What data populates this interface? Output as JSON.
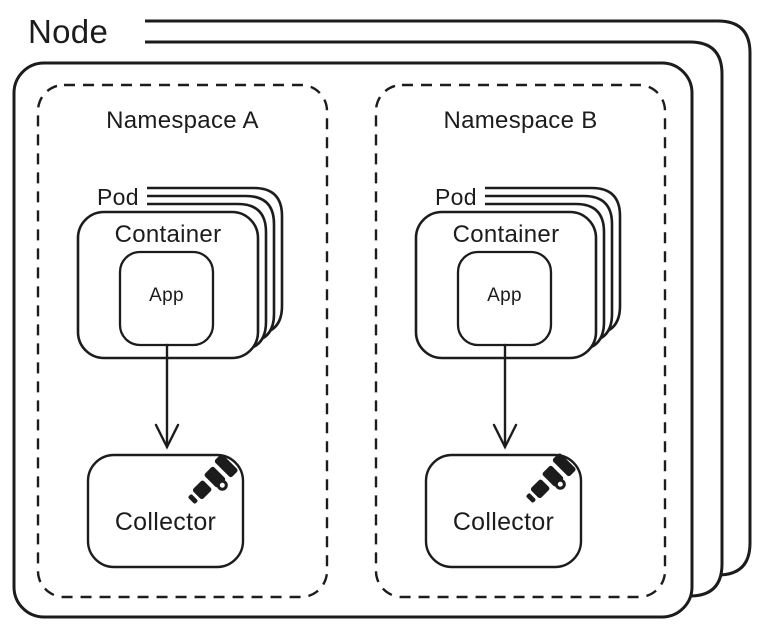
{
  "diagram": {
    "node_label": "Node",
    "node_stack_count": 3,
    "namespaces": [
      {
        "label": "Namespace A",
        "pod": {
          "label": "Pod",
          "stack_count": 4,
          "container_label": "Container",
          "app_label": "App"
        },
        "collector": {
          "label": "Collector",
          "icon": "telescope-icon"
        },
        "arrow": {
          "from": "App",
          "to": "Collector"
        }
      },
      {
        "label": "Namespace B",
        "pod": {
          "label": "Pod",
          "stack_count": 4,
          "container_label": "Container",
          "app_label": "App"
        },
        "collector": {
          "label": "Collector",
          "icon": "telescope-icon"
        },
        "arrow": {
          "from": "App",
          "to": "Collector"
        }
      }
    ],
    "colors": {
      "stroke": "#1c1c1c",
      "background": "#ffffff"
    }
  }
}
